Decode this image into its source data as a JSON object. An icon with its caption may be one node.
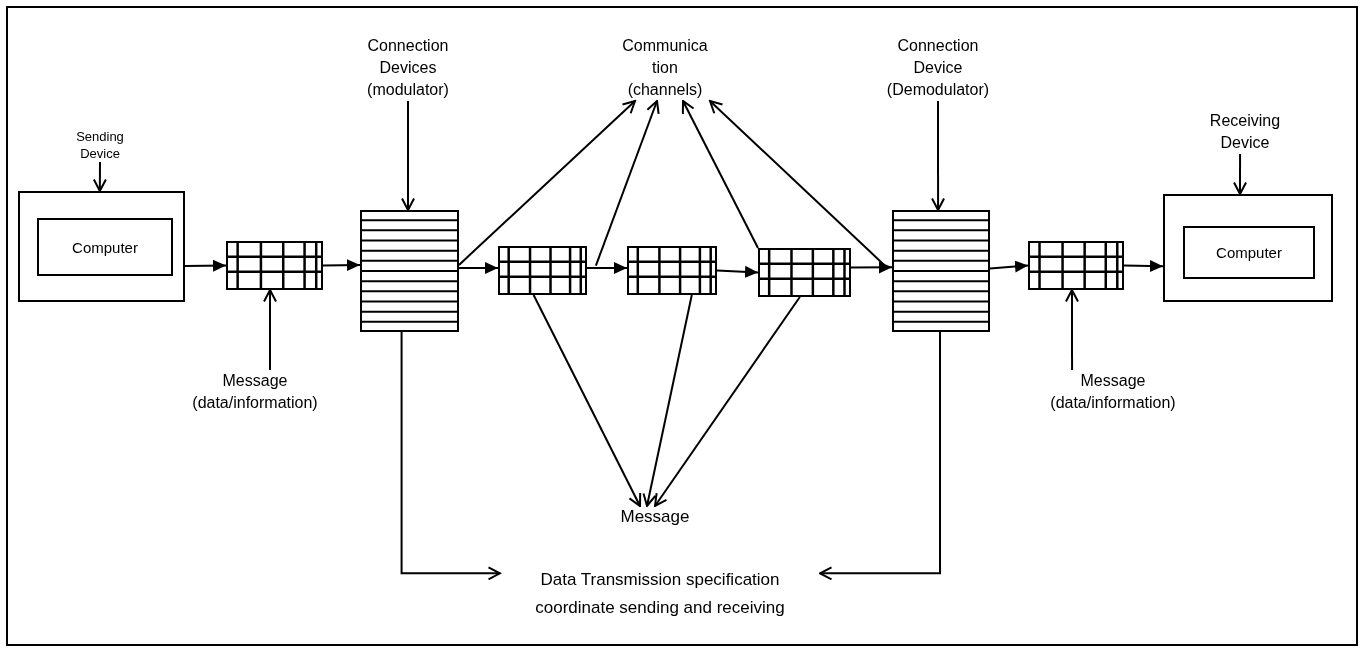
{
  "diagram": {
    "nodes": [
      {
        "text": [
          "Sending Device"
        ]
      },
      {
        "text": [],
        "shape": "box"
      },
      {
        "text": [
          "Computer"
        ],
        "in": 1
      },
      {
        "text": [],
        "shape": "grid"
      },
      {
        "text": [
          "Message (data/information)"
        ]
      },
      {
        "text": [
          "Connection Devices (modulator)"
        ]
      },
      {
        "text": [],
        "shape": "striped"
      },
      {
        "text": [],
        "shape": "grid"
      },
      {
        "text": [],
        "shape": "grid"
      },
      {
        "text": [],
        "shape": "grid"
      },
      {
        "text": [
          "Communica tion (channels)"
        ]
      },
      {
        "text": [
          "Connection Device (Demodulator)"
        ]
      },
      {
        "text": [],
        "shape": "striped"
      },
      {
        "text": [],
        "shape": "grid"
      },
      {
        "text": [
          "Message (data/information)"
        ]
      },
      {
        "text": [
          "Receiving Device"
        ]
      },
      {
        "text": [],
        "shape": "box"
      },
      {
        "text": [
          "Computer"
        ],
        "in": 16
      },
      {
        "text": [
          "Message"
        ]
      },
      {
        "text": [
          "Data Transmission specification coordinate sending and receiving"
        ]
      }
    ],
    "edges": [
      {
        "from": 0,
        "to": 1,
        "arrow": "to"
      },
      {
        "from": 1,
        "to": 3,
        "arrow": "to"
      },
      {
        "from": 4,
        "to": 3,
        "arrow": "to"
      },
      {
        "from": 3,
        "to": 6,
        "arrow": "to"
      },
      {
        "from": 5,
        "to": 6,
        "arrow": "to"
      },
      {
        "from": 6,
        "to": 7,
        "arrow": "to"
      },
      {
        "from": 6,
        "to": 10,
        "arrow": "to"
      },
      {
        "from": 7,
        "to": 8,
        "arrow": "to"
      },
      {
        "from": 7,
        "to": 10,
        "arrow": "to"
      },
      {
        "from": 8,
        "to": 9,
        "arrow": "to"
      },
      {
        "from": 9,
        "to": 10,
        "arrow": "to"
      },
      {
        "from": 9,
        "to": 12,
        "arrow": "to"
      },
      {
        "from": 12,
        "to": 10,
        "arrow": "to"
      },
      {
        "from": 12,
        "to": 13,
        "arrow": "to"
      },
      {
        "from": 11,
        "to": 12,
        "arrow": "to"
      },
      {
        "from": 13,
        "to": 16,
        "arrow": "to"
      },
      {
        "from": 14,
        "to": 13,
        "arrow": "to"
      },
      {
        "from": 15,
        "to": 16,
        "arrow": "to"
      },
      {
        "from": 7,
        "to": 18,
        "arrow": "to"
      },
      {
        "from": 8,
        "to": 18,
        "arrow": "to"
      },
      {
        "from": 9,
        "to": 18,
        "arrow": "to"
      },
      {
        "from": 6,
        "to": 19,
        "arrow": "to"
      },
      {
        "from": 12,
        "to": 19,
        "arrow": "to"
      }
    ]
  }
}
